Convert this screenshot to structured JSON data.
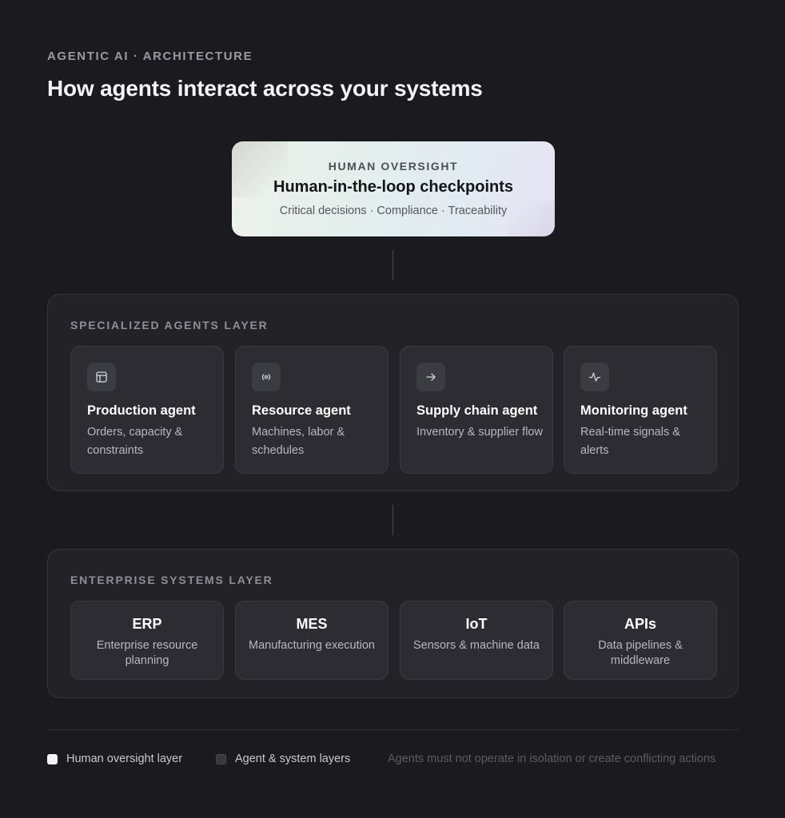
{
  "header": {
    "eyebrow": "AGENTIC AI · ARCHITECTURE",
    "title": "How agents interact across your systems"
  },
  "oversight": {
    "kicker": "HUMAN OVERSIGHT",
    "title": "Human-in-the-loop checkpoints",
    "subtitle": "Critical decisions · Compliance · Traceability"
  },
  "agents_layer": {
    "label": "SPECIALIZED AGENTS LAYER",
    "agents": [
      {
        "icon": "layout-icon",
        "name": "Production agent",
        "description": "Orders, capacity & constraints"
      },
      {
        "icon": "broadcast-icon",
        "name": "Resource agent",
        "description": "Machines, labor & schedules"
      },
      {
        "icon": "arrow-right-icon",
        "name": "Supply chain agent",
        "description": "Inventory & supplier flow"
      },
      {
        "icon": "activity-icon",
        "name": "Monitoring agent",
        "description": "Real-time signals & alerts"
      }
    ]
  },
  "systems_layer": {
    "label": "ENTERPRISE SYSTEMS LAYER",
    "systems": [
      {
        "name": "ERP",
        "description": "Enterprise resource planning"
      },
      {
        "name": "MES",
        "description": "Manufacturing execution"
      },
      {
        "name": "IoT",
        "description": "Sensors & machine data"
      },
      {
        "name": "APIs",
        "description": "Data pipelines & middleware"
      }
    ]
  },
  "legend": {
    "items": [
      {
        "label": "Human oversight layer",
        "color": "#f3f3f5"
      },
      {
        "label": "Agent & system layers",
        "color": "#38383e"
      }
    ],
    "note": "Agents must not operate in isolation or create conflicting actions"
  }
}
